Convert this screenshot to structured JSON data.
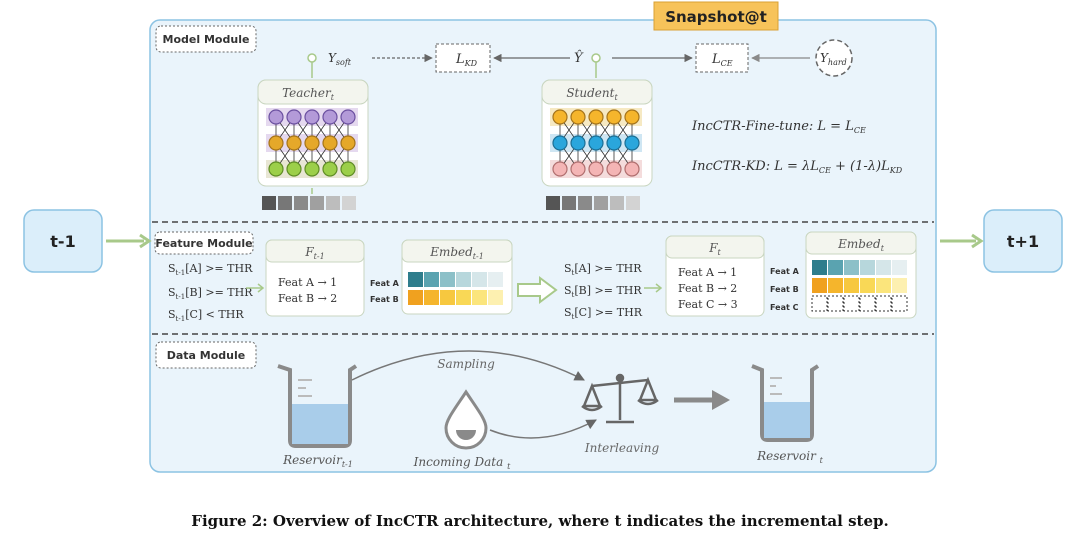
{
  "snapshot_label": "Snapshot@t",
  "left_box": "t-1",
  "right_box": "t+1",
  "modules": {
    "model": "Model Module",
    "feature": "Feature Module",
    "data": "Data Module"
  },
  "model": {
    "y_soft": "Y",
    "y_soft_sub": "soft",
    "l_kd": "L",
    "l_kd_sub": "KD",
    "y_hat": "Ŷ",
    "l_ce": "L",
    "l_ce_sub": "CE",
    "y_hard": "Y",
    "y_hard_sub": "hard",
    "teacher": "Teacher",
    "teacher_sub": "t",
    "student": "Student",
    "student_sub": "t",
    "eq_finetune": "IncCTR-Fine-tune:  L = L",
    "eq_finetune_sub": "CE",
    "eq_kd_a": "IncCTR-KD:  L = λL",
    "eq_kd_sub1": "CE",
    "eq_kd_b": " + (1-λ)L",
    "eq_kd_sub2": "KD"
  },
  "feature": {
    "left_conditions": [
      {
        "s": "S",
        "sub": "t-1",
        "rest": "[A] >= THR"
      },
      {
        "s": "S",
        "sub": "t-1",
        "rest": "[B] >= THR"
      },
      {
        "s": "S",
        "sub": "t-1",
        "rest": "[C] < THR"
      }
    ],
    "f_prev_title": "F",
    "f_prev_sub": "t-1",
    "f_prev_rows": [
      "Feat A →   1",
      "Feat B →   2"
    ],
    "embed_prev_title": "Embed",
    "embed_prev_sub": "t-1",
    "embed_prev_rows": [
      "Feat A",
      "Feat B"
    ],
    "right_conditions": [
      {
        "s": "S",
        "sub": "t",
        "rest": "[A] >= THR"
      },
      {
        "s": "S",
        "sub": "t",
        "rest": "[B] >= THR"
      },
      {
        "s": "S",
        "sub": "t",
        "rest": "[C] >= THR"
      }
    ],
    "f_cur_title": "F",
    "f_cur_sub": "t",
    "f_cur_rows": [
      "Feat A →   1",
      "Feat B →   2",
      "Feat C →   3"
    ],
    "embed_cur_title": "Embed",
    "embed_cur_sub": "t",
    "embed_cur_rows": [
      "Feat A",
      "Feat B",
      "Feat C"
    ]
  },
  "data": {
    "sampling": "Sampling",
    "interleaving": "Interleaving",
    "reservoir_prev": "Reservoir",
    "reservoir_prev_sub": "t-1",
    "incoming": "Incoming Data ",
    "incoming_sub": "t",
    "reservoir_cur": "Reservoir ",
    "reservoir_cur_sub": "t"
  },
  "caption": "Figure 2: Overview of IncCTR architecture, where t indicates the incremental step.",
  "colors": {
    "panel_bg": "#eaf4fb",
    "panel_border": "#8cc3e3",
    "box_fill": "#dbeefa",
    "arrow_green": "#a8c98a",
    "snapshot_bg": "#f7c35a",
    "teal": [
      "#2e7d8c",
      "#5aa3b0",
      "#8cc0c8",
      "#b7d7dc",
      "#d5e6e9",
      "#e6eff1"
    ],
    "gold": [
      "#f0a11f",
      "#f5b52c",
      "#f7c83f",
      "#f9d856",
      "#fbe57c",
      "#fdf0b0"
    ]
  }
}
